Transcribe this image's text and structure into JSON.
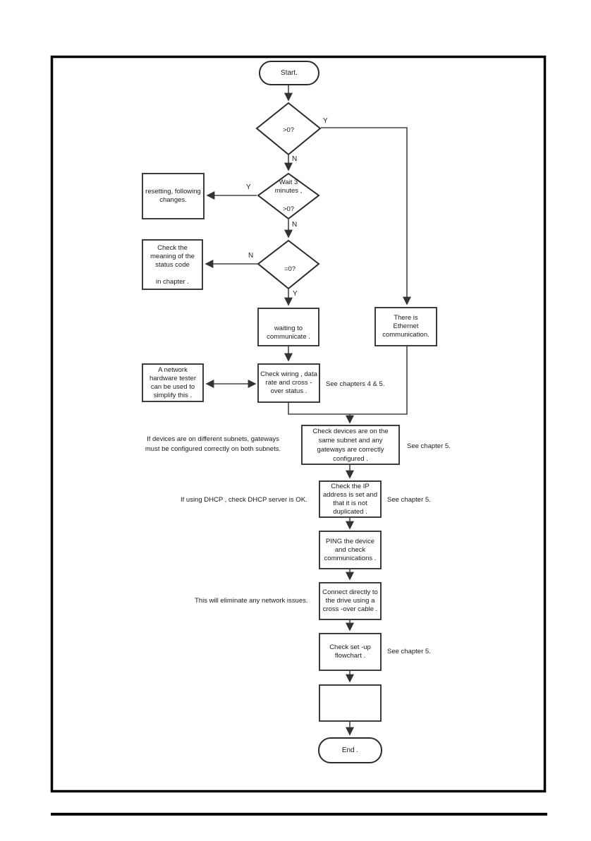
{
  "flowchart": {
    "terminals": {
      "start": "Start.",
      "end": "End ."
    },
    "decisions": {
      "d1": {
        "label": ">0?",
        "yes": "Y",
        "no": "N"
      },
      "d2": {
        "label_top": "Wait 3\nminutes ,",
        "label_bottom": ">0?",
        "yes": "Y",
        "no": "N"
      },
      "d3": {
        "label": "=0?",
        "yes": "Y",
        "no": "N"
      }
    },
    "boxes": {
      "resetting": "resetting, following\nchanges.",
      "status_code": "Check the\nmeaning of the\nstatus code\n\nin chapter .",
      "waiting": "waiting to\ncommunicate .",
      "ethernet": "There is\nEthernet\ncommunication.",
      "tester": "A network\nhardware tester\ncan be used to\nsimplify this .",
      "wiring": "Check wiring , data\nrate and cross -\nover status .",
      "devices": "Check devices are on the\nsame subnet and any\ngateways are correctly\nconfigured .",
      "ip": "Check the IP\naddress is set and\nthat it is not\nduplicated .",
      "ping": "PING the device\nand check\ncommunications .",
      "connect": "Connect directly to\nthe drive using a\ncross -over cable .",
      "setup": "Check set -up\nflowchart .",
      "empty": ""
    },
    "annotations": {
      "chapters_45": "See chapters 4 & 5.",
      "chapter_5_devices": "See chapter 5.",
      "chapter_5_ip": "See chapter 5.",
      "chapter_5_setup": "See chapter 5.",
      "subnets": "If devices are on different subnets, gateways\nmust be configured correctly on both subnets.",
      "dhcp": "If using DHCP , check DHCP server is OK.",
      "network_issues": "This will eliminate any network issues."
    },
    "colors": {
      "connector": "#444444",
      "shape_stroke": "#2b2b2b",
      "box_border": "#3d3d3d",
      "frame": "#000000"
    }
  }
}
